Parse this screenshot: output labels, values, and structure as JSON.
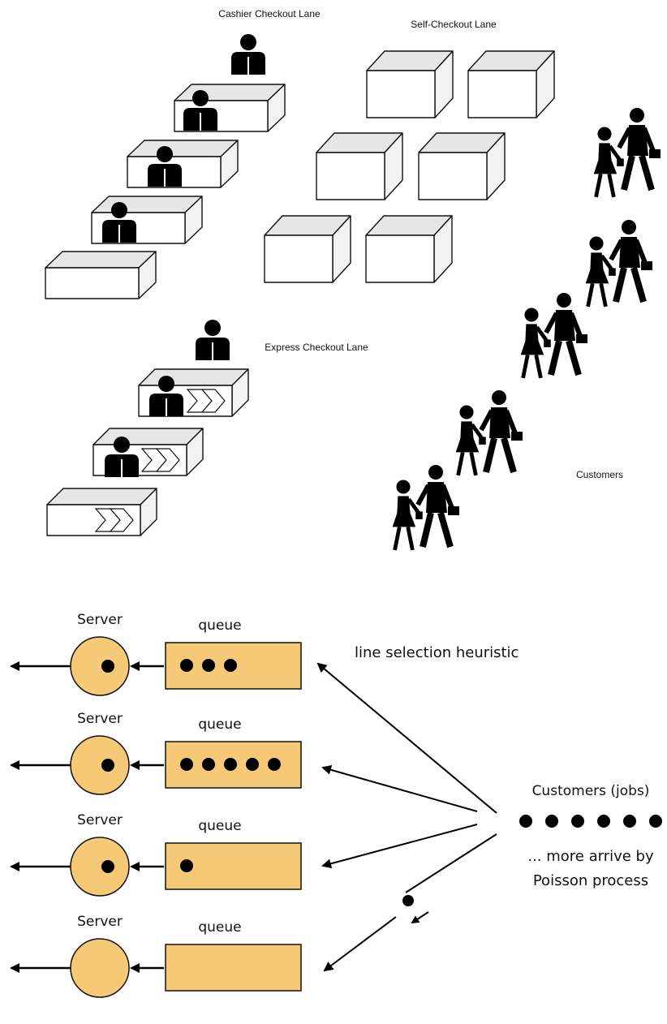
{
  "top_diagram": {
    "cashier_label": "Cashier Checkout Lane",
    "self_label": "Self-Checkout Lane",
    "express_label": "Express Checkout Lane",
    "customers_label": "Customers",
    "cashier_counters": 4,
    "self_checkout_kiosks": 6,
    "express_counters": 3,
    "walking_pairs": 5
  },
  "queue_model": {
    "server_label": "Server",
    "queue_label": "queue",
    "heuristic_label": "line selection heuristic",
    "customers_label": "Customers (jobs)",
    "arrival_line1": "... more arrive by",
    "arrival_line2": "Poisson process",
    "waiting_jobs": 6,
    "lanes": [
      {
        "server_busy": true,
        "queue_length": 3
      },
      {
        "server_busy": true,
        "queue_length": 5
      },
      {
        "server_busy": true,
        "queue_length": 1
      },
      {
        "server_busy": false,
        "queue_length": 0
      }
    ],
    "colors": {
      "fill": "#f6c976",
      "stroke": "#111111",
      "job": "#000000"
    }
  }
}
